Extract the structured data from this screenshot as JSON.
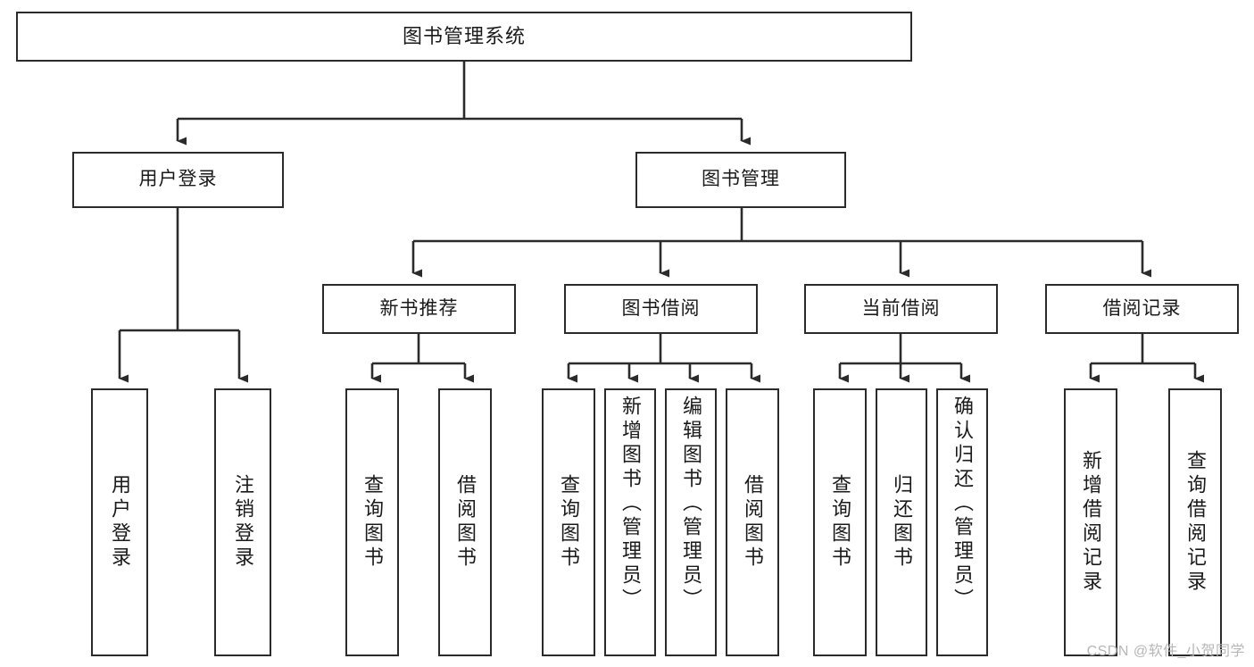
{
  "diagram": {
    "title": "图书管理系统",
    "type": "tree-hierarchy",
    "watermark": "CSDN @软件_小贺同学",
    "colors": {
      "box_border": "#2b2b2b",
      "box_fill": "#ffffff",
      "connector": "#2b2b2b",
      "text": "#1a1a1a",
      "watermark": "#b7b7b7"
    },
    "root": {
      "label": "图书管理系统"
    },
    "level2": [
      {
        "label": "用户登录"
      },
      {
        "label": "图书管理"
      }
    ],
    "level3": [
      {
        "label": "新书推荐"
      },
      {
        "label": "图书借阅"
      },
      {
        "label": "当前借阅"
      },
      {
        "label": "借阅记录"
      }
    ],
    "leaves": {
      "user_login": [
        {
          "label": "用户登录"
        },
        {
          "label": "注销登录"
        }
      ],
      "new_book_recommend": [
        {
          "label": "查询图书"
        },
        {
          "label": "借阅图书"
        }
      ],
      "book_borrow": [
        {
          "label": "查询图书"
        },
        {
          "label": "新增图书（管理员）"
        },
        {
          "label": "编辑图书（管理员）"
        },
        {
          "label": "借阅图书"
        }
      ],
      "current_borrow": [
        {
          "label": "查询图书"
        },
        {
          "label": "归还图书"
        },
        {
          "label": "确认归还（管理员）"
        }
      ],
      "borrow_records": [
        {
          "label": "新增借阅记录"
        },
        {
          "label": "查询借阅记录"
        }
      ]
    }
  }
}
